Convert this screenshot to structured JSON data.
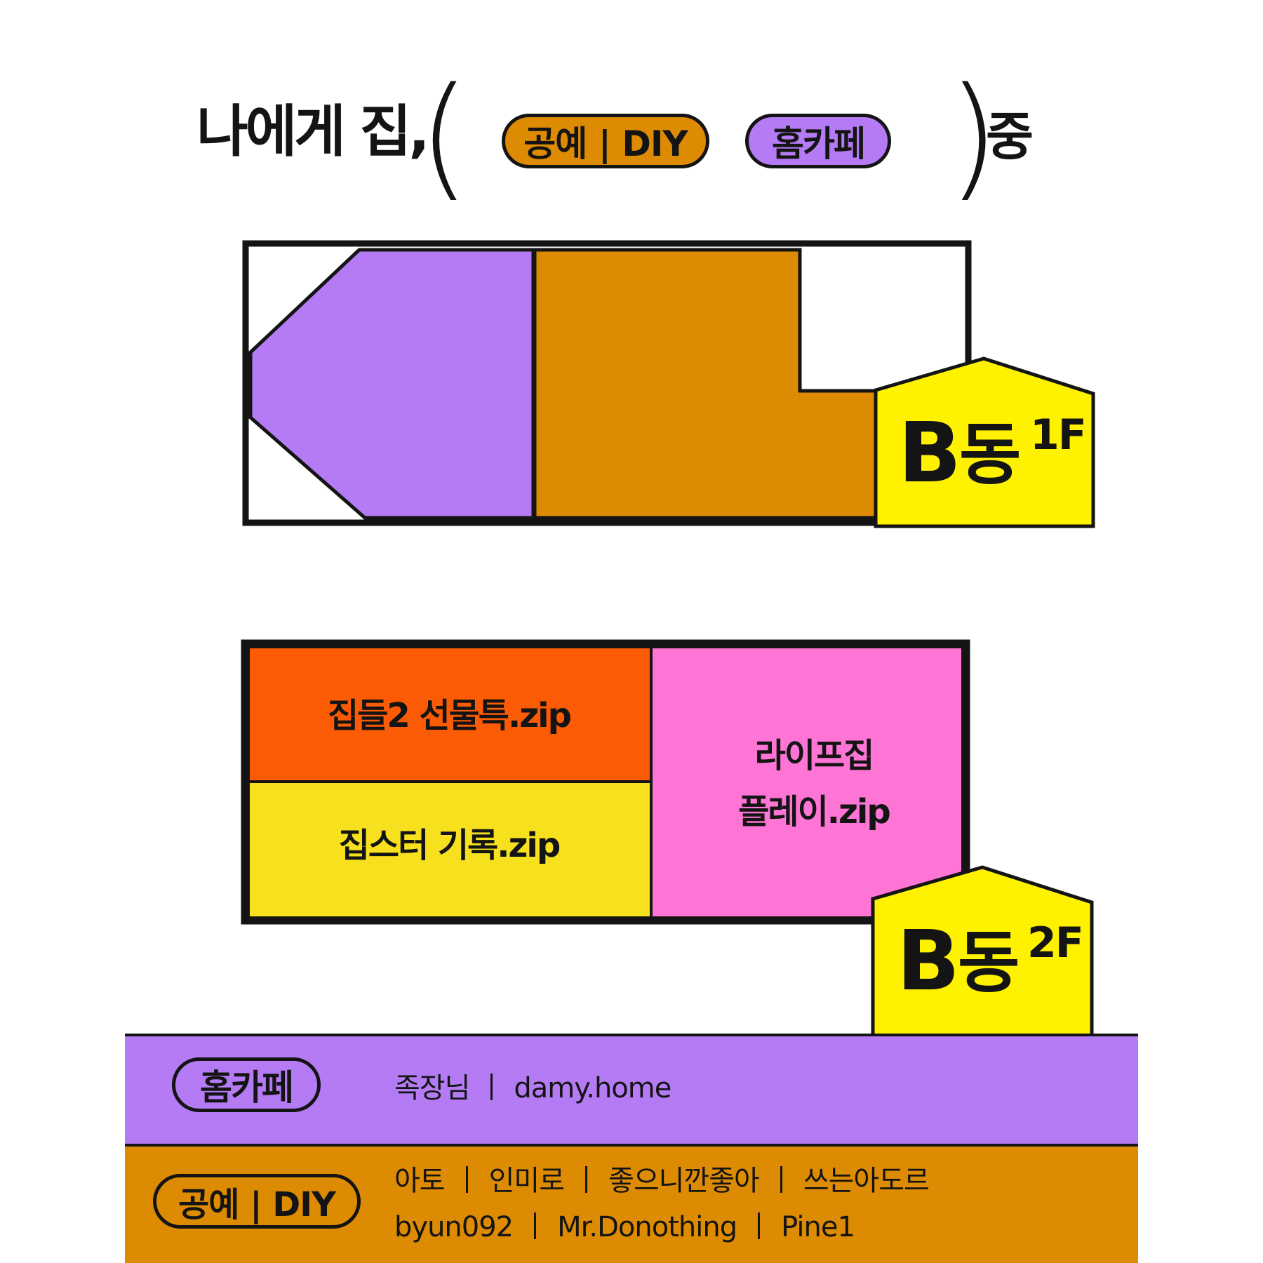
{
  "header": {
    "prefix": "나에게 집,",
    "paren_open": "(",
    "paren_close": ")",
    "suffix": "중",
    "tags": [
      "공예 | DIY",
      "홈카페"
    ]
  },
  "floor_1f": {
    "building": "B",
    "dong": "동",
    "floor": "1F"
  },
  "floor_2f": {
    "building": "B",
    "dong": "동",
    "floor": "2F",
    "rooms": [
      {
        "label": "집들2 선물특.zip"
      },
      {
        "label": "집스터 기록.zip"
      },
      {
        "label_line1": "라이프집",
        "label_line2": "플레이.zip"
      }
    ]
  },
  "categories": [
    {
      "tag": "홈카페",
      "lines": [
        [
          "족장님",
          "damy.home"
        ]
      ]
    },
    {
      "tag": "공예 | DIY",
      "lines": [
        [
          "아토",
          "인미로",
          "좋으니깐좋아",
          "쓰는아도르"
        ],
        [
          "byun092",
          "Mr.Donothing",
          "Pine1"
        ]
      ]
    }
  ],
  "colors": {
    "purple": "#b57bf5",
    "mustard": "#dd8b02",
    "orange": "#fc5b05",
    "yellow_room": "#f7e11e",
    "pink": "#fe75d5",
    "house_yellow": "#fff200",
    "ink": "#141414"
  }
}
